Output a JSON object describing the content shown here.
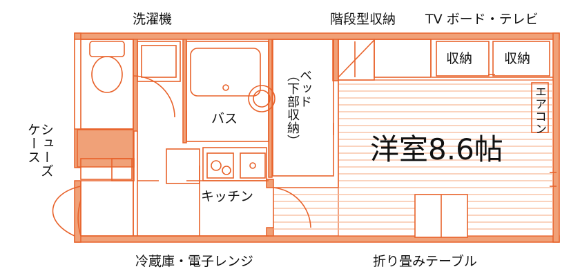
{
  "labels": {
    "washing_machine": "洗濯機",
    "stair_storage": "階段型収納",
    "tv_board": "TV ボード・テレビ",
    "storage_1": "収納",
    "storage_2": "収納",
    "aircon": "エアコン",
    "bath": "バス",
    "bed": "ベッド\n（下部収納）",
    "room": "洋室8.6帖",
    "shoes_case": "シューズ\nケース",
    "kitchen": "キッチン",
    "fridge": "冷蔵庫・電子レンジ",
    "table": "折り畳みテーブル"
  },
  "colors": {
    "wall": "#f0a178",
    "line": "#e8622a",
    "stripe": "#f6b998",
    "text": "#111111"
  }
}
